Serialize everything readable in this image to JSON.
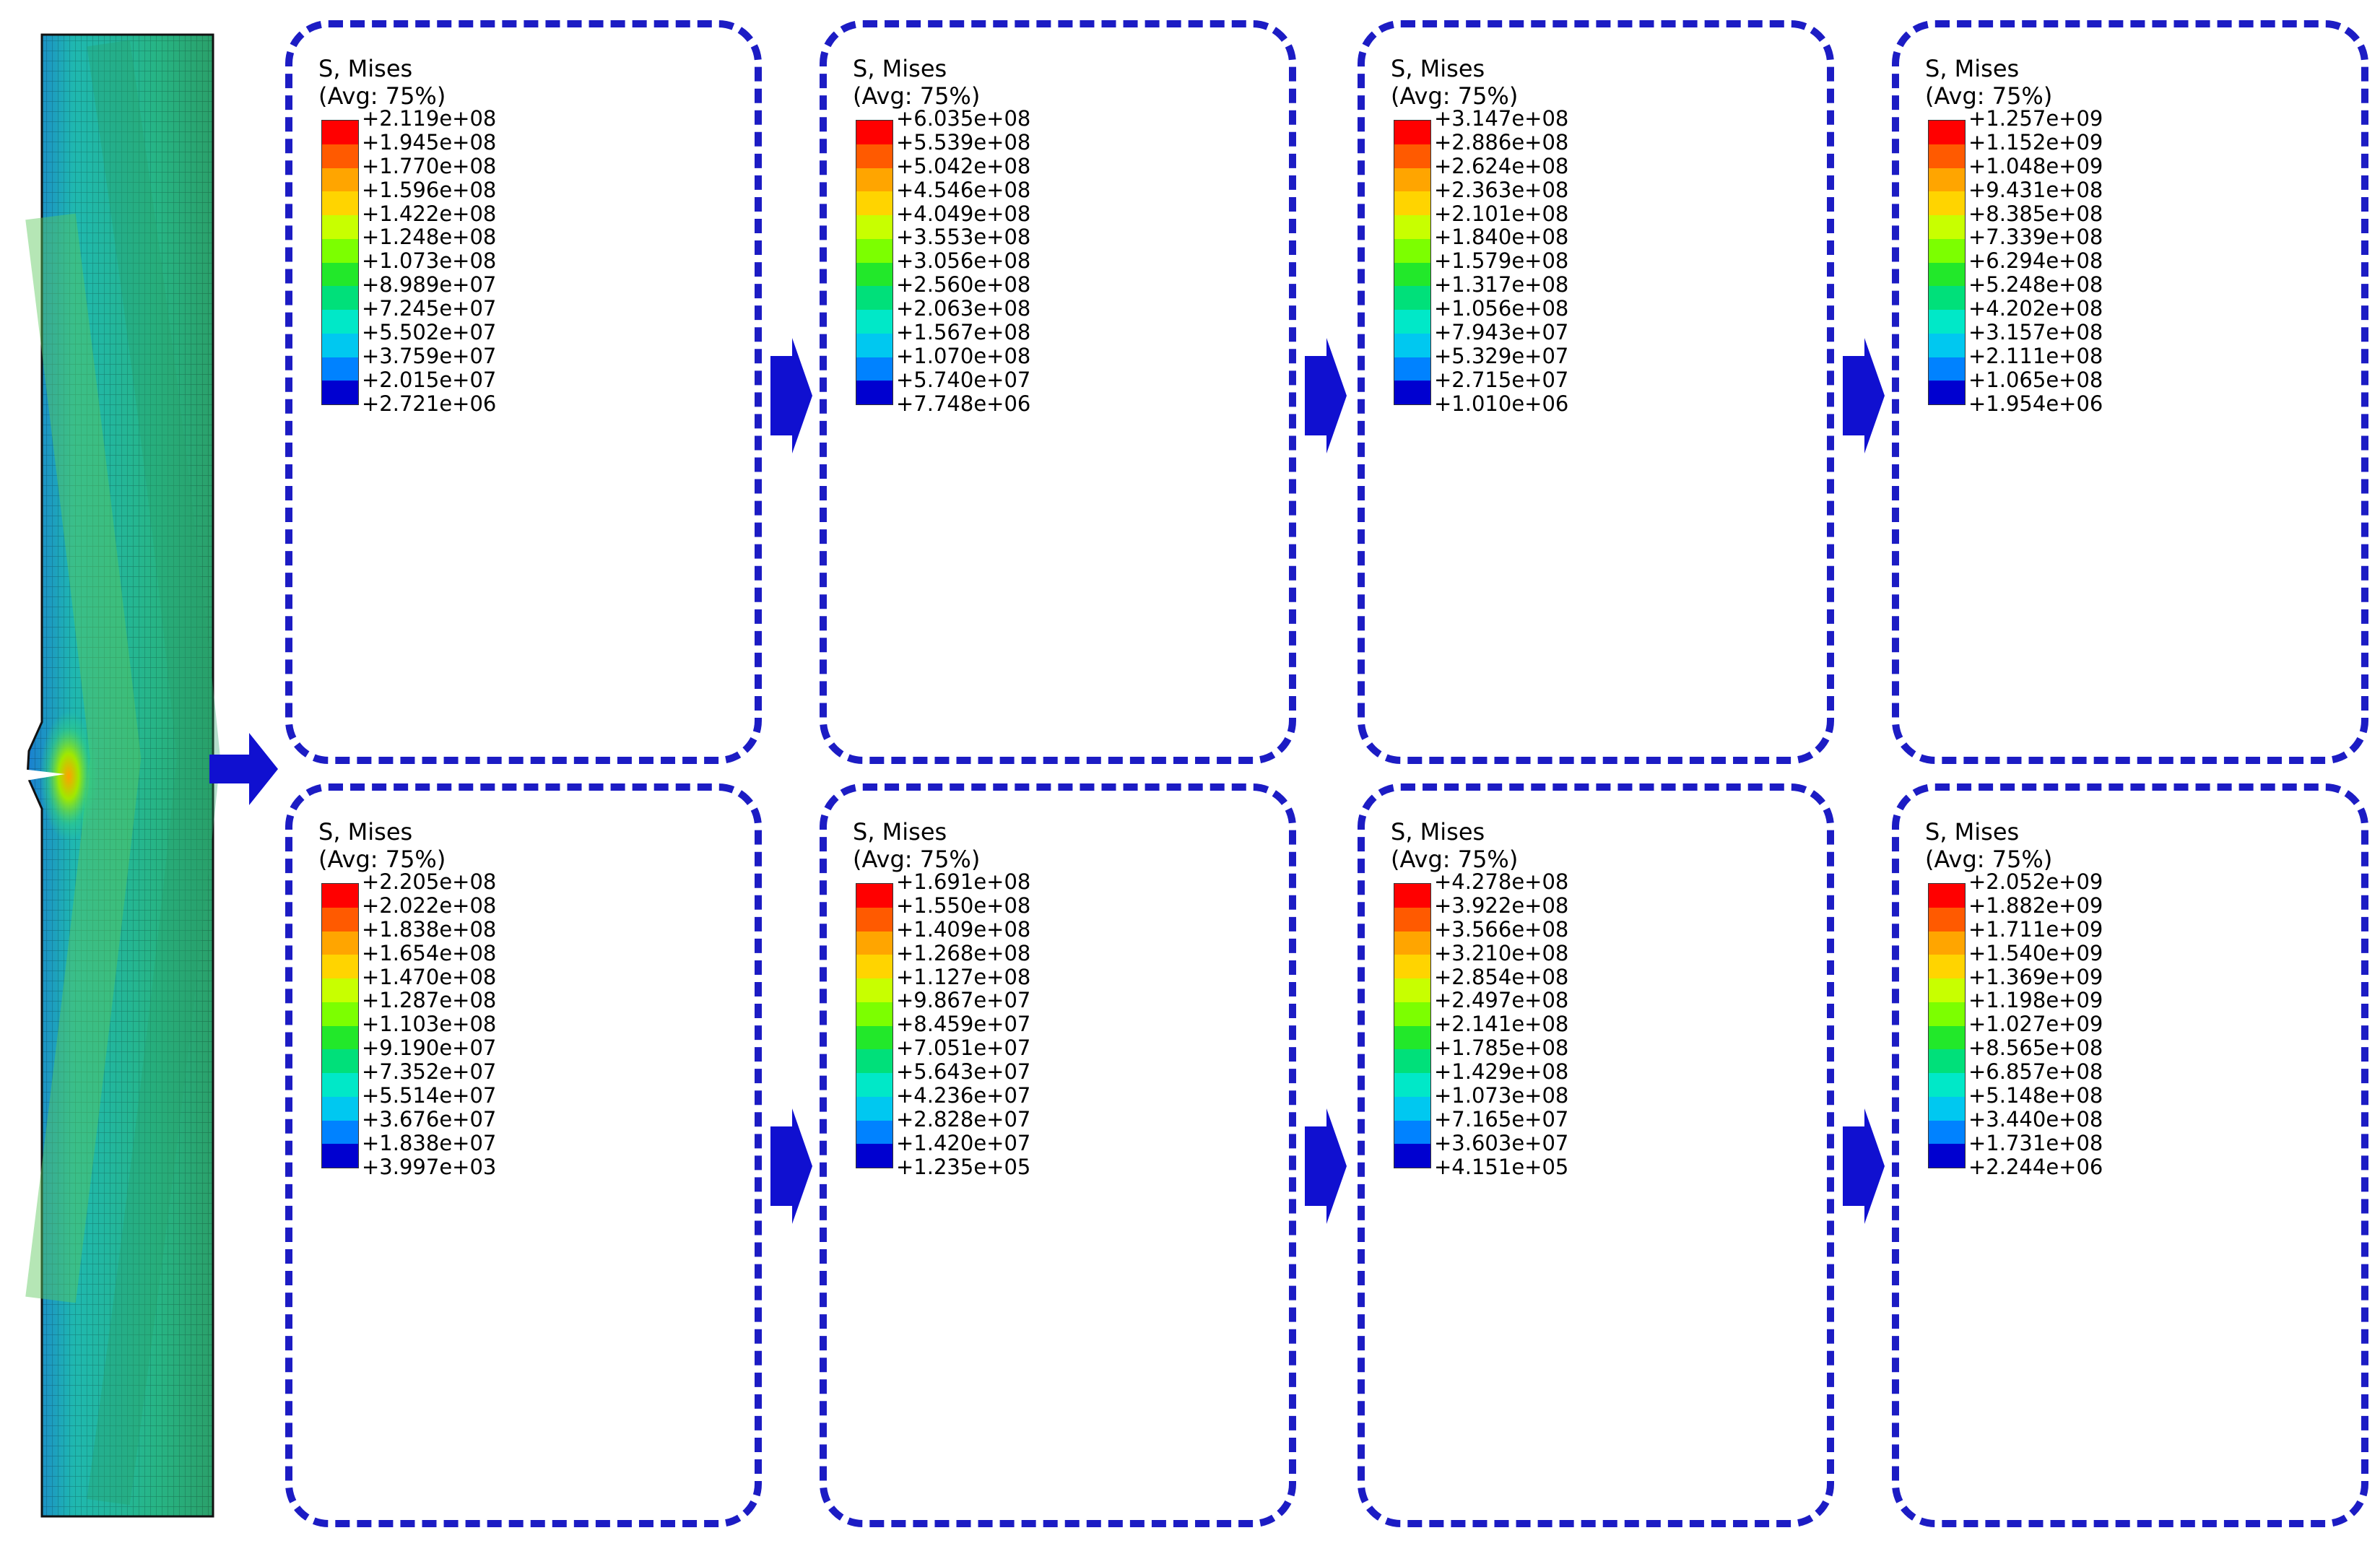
{
  "legend_title": "S, Mises",
  "legend_subtitle": "(Avg: 75%)",
  "colors": {
    "panel_border": "#1c1cc4",
    "arrow_blue": "#1010d0",
    "arrow_red": "#ff1a1a",
    "roi_box": "#ee1111",
    "contour_scale": [
      "#ff0000",
      "#ff5a00",
      "#ffa500",
      "#ffd400",
      "#c8ff00",
      "#7cff00",
      "#22e82a",
      "#00e07a",
      "#00e8c8",
      "#00c8f0",
      "#0082ff",
      "#0040ff",
      "#0000d0"
    ]
  },
  "panels": [
    {
      "id": "top-1",
      "stage": 1,
      "row": "top",
      "legend": [
        "+2.119e+08",
        "+1.945e+08",
        "+1.770e+08",
        "+1.596e+08",
        "+1.422e+08",
        "+1.248e+08",
        "+1.073e+08",
        "+8.989e+07",
        "+7.245e+07",
        "+5.502e+07",
        "+3.759e+07",
        "+2.015e+07",
        "+2.721e+06"
      ]
    },
    {
      "id": "top-2",
      "stage": 2,
      "row": "top",
      "legend": [
        "+6.035e+08",
        "+5.539e+08",
        "+5.042e+08",
        "+4.546e+08",
        "+4.049e+08",
        "+3.553e+08",
        "+3.056e+08",
        "+2.560e+08",
        "+2.063e+08",
        "+1.567e+08",
        "+1.070e+08",
        "+5.740e+07",
        "+7.748e+06"
      ]
    },
    {
      "id": "top-3",
      "stage": 3,
      "row": "top",
      "legend": [
        "+3.147e+08",
        "+2.886e+08",
        "+2.624e+08",
        "+2.363e+08",
        "+2.101e+08",
        "+1.840e+08",
        "+1.579e+08",
        "+1.317e+08",
        "+1.056e+08",
        "+7.943e+07",
        "+5.329e+07",
        "+2.715e+07",
        "+1.010e+06"
      ]
    },
    {
      "id": "top-4",
      "stage": 4,
      "row": "top",
      "legend": [
        "+1.257e+09",
        "+1.152e+09",
        "+1.048e+09",
        "+9.431e+08",
        "+8.385e+08",
        "+7.339e+08",
        "+6.294e+08",
        "+5.248e+08",
        "+4.202e+08",
        "+3.157e+08",
        "+2.111e+08",
        "+1.065e+08",
        "+1.954e+06"
      ]
    },
    {
      "id": "bottom-1",
      "stage": 5,
      "row": "bottom",
      "legend": [
        "+2.205e+08",
        "+2.022e+08",
        "+1.838e+08",
        "+1.654e+08",
        "+1.470e+08",
        "+1.287e+08",
        "+1.103e+08",
        "+9.190e+07",
        "+7.352e+07",
        "+5.514e+07",
        "+3.676e+07",
        "+1.838e+07",
        "+3.997e+03"
      ]
    },
    {
      "id": "bottom-2",
      "stage": 6,
      "row": "bottom",
      "legend": [
        "+1.691e+08",
        "+1.550e+08",
        "+1.409e+08",
        "+1.268e+08",
        "+1.127e+08",
        "+9.867e+07",
        "+8.459e+07",
        "+7.051e+07",
        "+5.643e+07",
        "+4.236e+07",
        "+2.828e+07",
        "+1.420e+07",
        "+1.235e+05"
      ]
    },
    {
      "id": "bottom-3",
      "stage": 7,
      "row": "bottom",
      "legend": [
        "+4.278e+08",
        "+3.922e+08",
        "+3.566e+08",
        "+3.210e+08",
        "+2.854e+08",
        "+2.497e+08",
        "+2.141e+08",
        "+1.785e+08",
        "+1.429e+08",
        "+1.073e+08",
        "+7.165e+07",
        "+3.603e+07",
        "+4.151e+05"
      ]
    },
    {
      "id": "bottom-4",
      "stage": 8,
      "row": "bottom",
      "legend": [
        "+2.052e+09",
        "+1.882e+09",
        "+1.711e+09",
        "+1.540e+09",
        "+1.369e+09",
        "+1.198e+09",
        "+1.027e+09",
        "+8.565e+08",
        "+6.857e+08",
        "+5.148e+08",
        "+3.440e+08",
        "+1.731e+08",
        "+2.244e+06"
      ]
    }
  ]
}
